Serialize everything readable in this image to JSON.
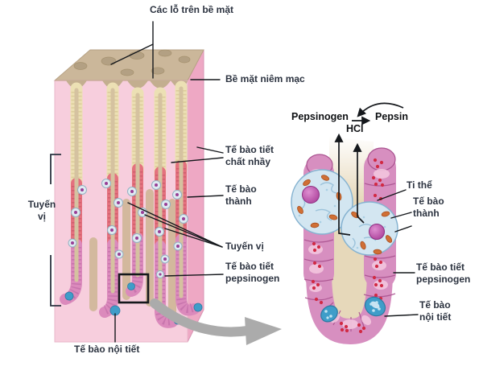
{
  "figure_type": "Anatomy diagram - gastric glands of the stomach mucosa (Vietnamese labels)",
  "overview": {
    "surface_pits": "Các lỗ trên bề mặt",
    "mucosal_surface": "Bề mặt niêm mạc",
    "mucous_secreting_cells": "Tế bào tiết\nchất nhầy",
    "parietal_cell": "Tế bào\nthành",
    "gastric_gland_bracket": "Tuyến\nvị",
    "gastric_gland": "Tuyến vị",
    "pepsinogen_secreting_cells": "Tế bào tiết\npepsinogen",
    "endocrine_cell": "Tế bào nội tiết"
  },
  "detail": {
    "pepsinogen": "Pepsinogen",
    "hcl": "HCl",
    "pepsin": "Pepsin",
    "mitochondrion": "Ti thể",
    "parietal_cell": "Tế bào\nthành",
    "pepsinogen_secreting_cell": "Tế bào tiết\npepsinogen",
    "endocrine_cell": "Tế bào\nnội tiết"
  },
  "palette": {
    "label_text": "#2c3340",
    "chem_text": "#0e1013",
    "cube_top": "#cbb79a",
    "cube_side": "#eea8c4",
    "cube_front": "#f7cedd",
    "pit_hole": "#b3a083",
    "mucous_cells_cream": "#ece0b4",
    "neck_cells_salmon": "#e4717e",
    "chief_cells_pink": "#d78fc0",
    "parietal_cell_blue": "#d3e6f1",
    "endocrine_cell_blue": "#3f9dc9",
    "granule_red": "#d12a44",
    "nucleus_purple": "#b84aa8",
    "mitochondria_orange": "#d06f35",
    "lumen_tan": "#e6d8ba",
    "zoom_arrow_gray": "#ababab"
  }
}
